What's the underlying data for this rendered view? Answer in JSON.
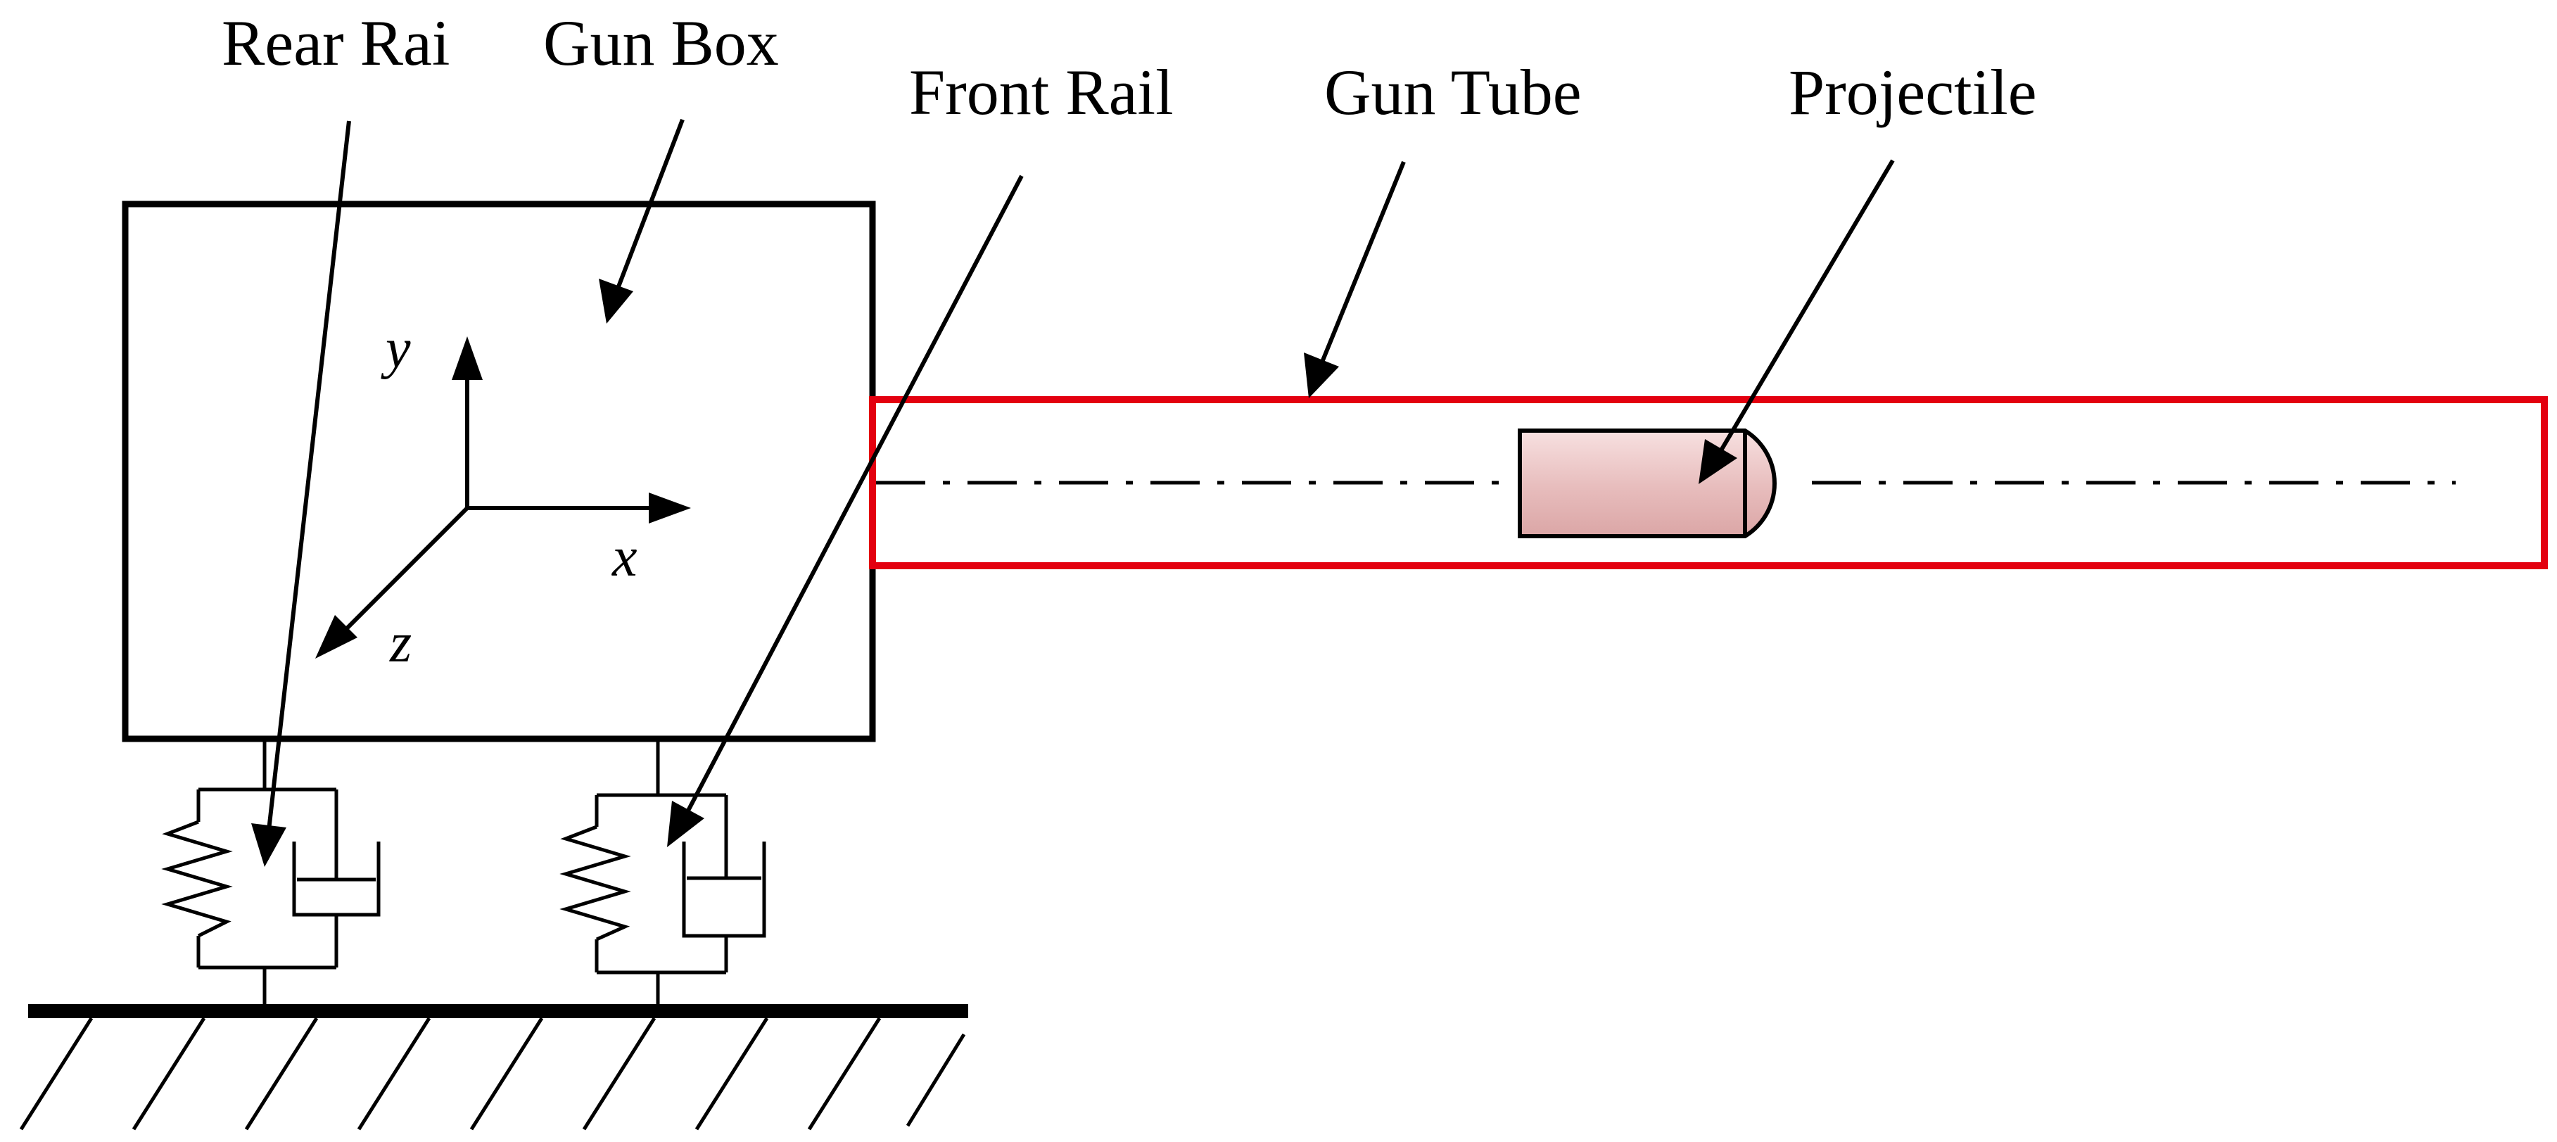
{
  "labels": {
    "rear_rail": "Rear Rai",
    "gun_box": "Gun Box",
    "front_rail": "Front Rail",
    "gun_tube": "Gun Tube",
    "projectile": "Projectile"
  },
  "axes": {
    "x": "x",
    "y": "y",
    "z": "z"
  },
  "colors": {
    "line": "#000000",
    "gun_tube_outline": "#e3000f",
    "projectile_fill_light": "#f6dcdc",
    "projectile_fill_dark": "#dca8a8"
  }
}
